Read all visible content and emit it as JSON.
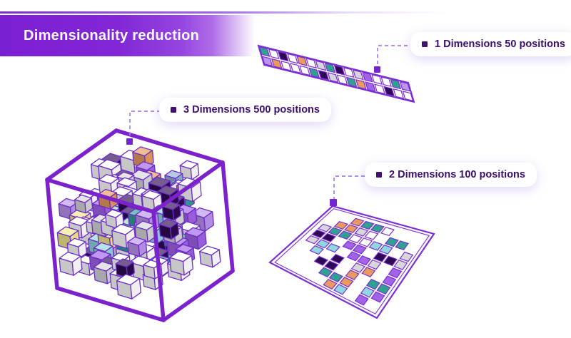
{
  "title": {
    "text": "Dimensionality reduction"
  },
  "labels": {
    "d1": {
      "text": "1 Dimensions 50 positions"
    },
    "d3": {
      "text": "3 Dimensions 500 positions"
    },
    "d2": {
      "text": "2 Dimensions 100 positions"
    }
  },
  "palette": {
    "W": "#ffffff",
    "S": "#d7d7db",
    "P": "#a163e8",
    "L": "#bd95ef",
    "D": "#2e0a54",
    "T": "#2fa193",
    "C": "#8fd8e0",
    "O": "#e89a5f",
    "Y": "#f2e98a",
    "M": "#93e0ad",
    "B": "#8fb0d8"
  },
  "accent": {
    "frame": "#7c22cc",
    "cellStroke": "#7b2fd2",
    "cubieStroke": "#6d2ec6",
    "dash": "#a27fe8",
    "marker": "#7326cf",
    "bulletSquare": "#40126f",
    "labelText": "#3c0e6e",
    "bannerPurple": "#7a1fd3"
  },
  "strip": {
    "rows": [
      [
        "T",
        "W",
        "D",
        "W",
        "O",
        "W",
        "S",
        "T",
        "D",
        "W",
        "S",
        "P",
        "W",
        "W",
        "T",
        "L"
      ],
      [
        "L",
        "O",
        "W",
        "W",
        "W",
        "T",
        "D",
        "S",
        "W",
        "T",
        "O",
        "P",
        "W",
        "D",
        "W",
        "W"
      ]
    ]
  },
  "plane": {
    "rows": [
      "..OTTW...",
      ".OOSW.TT.",
      "STTWWCC.S",
      "DD.PP.DDS",
      "SCC.PPS.P",
      ".C.D.SO.P",
      "..DD.O.TT",
      "...TTO.CP",
      "....OC.P."
    ]
  },
  "cube": {
    "count": 160,
    "seed": 11,
    "weights": {
      "W": 34,
      "S": 10,
      "P": 9,
      "L": 8,
      "D": 13,
      "T": 9,
      "C": 8,
      "O": 5,
      "Y": 3,
      "M": 3,
      "B": 4
    }
  }
}
